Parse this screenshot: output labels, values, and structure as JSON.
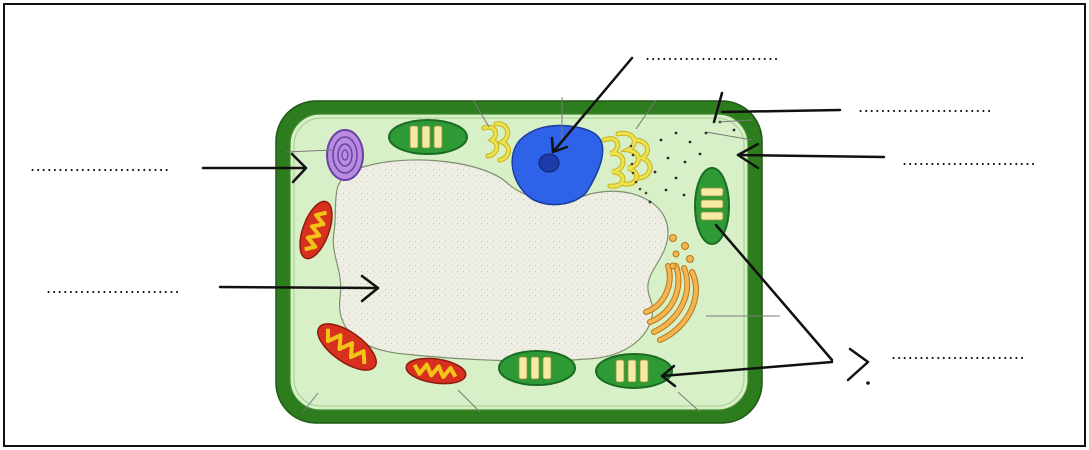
{
  "blanks": {
    "top": "........................",
    "cell_wall": "........................",
    "membrane": "........................",
    "left_upper": ".........................",
    "left_lower": "........................",
    "right_lower": "........................"
  },
  "colors": {
    "cell_wall": "#2d7d1f",
    "cytoplasm": "#d8f0c8",
    "vacuole": "#eeeee4",
    "nucleus": "#2e62e8",
    "nucleolus": "#1e3aa8",
    "chloroplast": "#2e9a36",
    "thylakoid": "#f4eaa6",
    "mitochondrion_outer": "#d8301e",
    "mitochondrion_inner": "#f2c418",
    "golgi": "#e8a73a",
    "er": "#f0e040",
    "vesicle": "#8a5ec8",
    "arrow": "#111111"
  },
  "organelles": [
    "cell wall",
    "cell membrane",
    "cytoplasm",
    "large vacuole",
    "nucleus",
    "nucleolus",
    "chloroplast",
    "mitochondrion",
    "golgi apparatus",
    "endoplasmic reticulum",
    "vesicle",
    "ribosomes"
  ]
}
